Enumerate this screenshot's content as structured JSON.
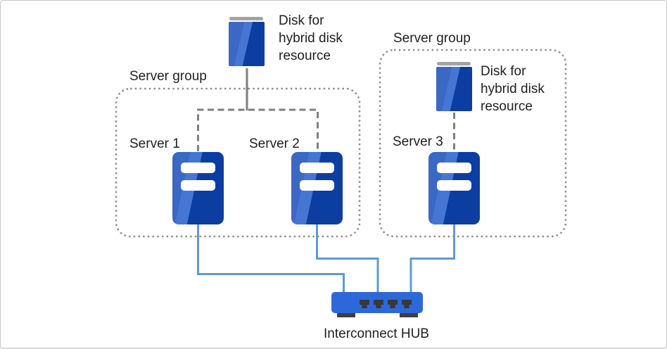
{
  "diagram": {
    "server_groups": [
      {
        "label": "Server group",
        "servers": [
          {
            "label": "Server 1",
            "icon": "server-icon"
          },
          {
            "label": "Server 2",
            "icon": "server-icon"
          }
        ],
        "disk": {
          "label": "Disk for\nhybrid disk\nresource",
          "icon": "disk-icon",
          "location": "outside group box, top"
        }
      },
      {
        "label": "Server group",
        "servers": [
          {
            "label": "Server 3",
            "icon": "server-icon"
          }
        ],
        "disk": {
          "label": "Disk for\nhybrid disk\nresource",
          "icon": "disk-icon",
          "location": "inside group box"
        }
      }
    ],
    "hub": {
      "label": "Interconnect HUB",
      "icon": "network-hub-icon",
      "ports": 4
    },
    "connections": [
      {
        "from": "disk-1",
        "to": "server-1, server-2",
        "style": "dashed-gray"
      },
      {
        "from": "disk-2",
        "to": "server-3",
        "style": "dashed-gray"
      },
      {
        "from": "server-1",
        "to": "hub",
        "style": "solid-blue"
      },
      {
        "from": "server-2",
        "to": "hub",
        "style": "solid-blue"
      },
      {
        "from": "server-3",
        "to": "hub",
        "style": "solid-blue"
      }
    ],
    "colors": {
      "server_light_blue": "#3B68C5",
      "server_highlight_blue": "#4576D4",
      "server_dark_blue": "#0C3EA1",
      "hub_blue": "#2D68DB",
      "hub_port_dark": "#383838",
      "connector_blue": "#5B9BD5",
      "connector_gray": "#7F7F7F",
      "group_border_gray": "#8D8D8D",
      "disk_cap_gray": "#A3A3A3",
      "text": "#1F1F1F"
    }
  }
}
